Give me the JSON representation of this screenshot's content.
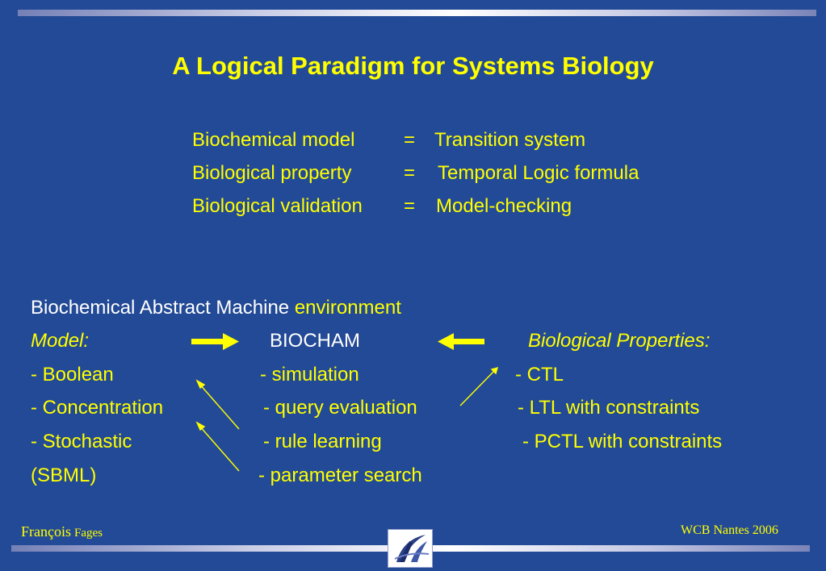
{
  "slide": {
    "title": "A Logical Paradigm for Systems Biology",
    "equations": [
      {
        "left": "Biochemical model",
        "eq": "=",
        "right": "Transition system"
      },
      {
        "left": "Biological property",
        "eq": "=",
        "right": "Temporal Logic formula"
      },
      {
        "left": "Biological validation",
        "eq": "=",
        "right": "Model-checking"
      }
    ],
    "env": {
      "prefix": "Biochemical Abstract Machine",
      "highlight": "environment"
    },
    "model_label": "Model:",
    "center_label": "BIOCHAM",
    "properties_label": "Biological Properties:",
    "models": [
      "- Boolean",
      "- Concentration",
      "- Stochastic",
      "(SBML)"
    ],
    "tools": [
      "- simulation",
      "- query evaluation",
      "- rule learning",
      "- parameter search"
    ],
    "properties": [
      "-  CTL",
      "-  LTL with constraints",
      "-  PCTL with constraints"
    ]
  },
  "footer": {
    "author_first": "François",
    "author_last": "Fages",
    "event": "WCB Nantes  2006"
  },
  "colors": {
    "background": "#234a96",
    "accent": "#ffff00",
    "text": "#ffffff"
  },
  "icons": [
    "right-arrow-icon",
    "left-arrow-icon",
    "inria-logo-icon"
  ]
}
